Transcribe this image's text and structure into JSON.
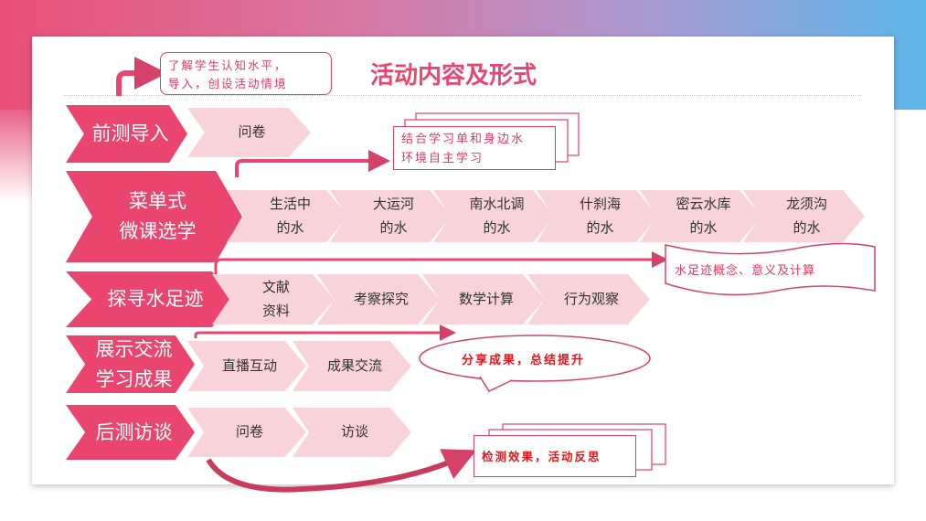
{
  "title": "活动内容及形式",
  "rows": [
    {
      "label": "前测导入",
      "items": [
        "问卷"
      ]
    },
    {
      "label": "菜单式\n微课选学",
      "items": [
        "生活中\n的水",
        "大运河\n的水",
        "南水北调\n的水",
        "什刹海\n的水",
        "密云水库\n的水",
        "龙须沟\n的水"
      ]
    },
    {
      "label": "探寻水足迹",
      "items": [
        "文献\n资料",
        "考察探究",
        "数学计算",
        "行为观察"
      ]
    },
    {
      "label": "展示交流\n学习成果",
      "items": [
        "直播互动",
        "成果交流"
      ]
    },
    {
      "label": "后测访谈",
      "items": [
        "问卷",
        "访谈"
      ]
    }
  ],
  "notes": {
    "n1": "了解学生认知水平，\n导入，创设活动情境",
    "n2": "结合学习单和身边水\n环境自主学习",
    "n3": "水足迹概念、意义及计算",
    "n4": "分享成果，总结提升",
    "n5": "检测效果，活动反思"
  },
  "colors": {
    "accent": "#e9456f",
    "light": "#f8d3da"
  }
}
